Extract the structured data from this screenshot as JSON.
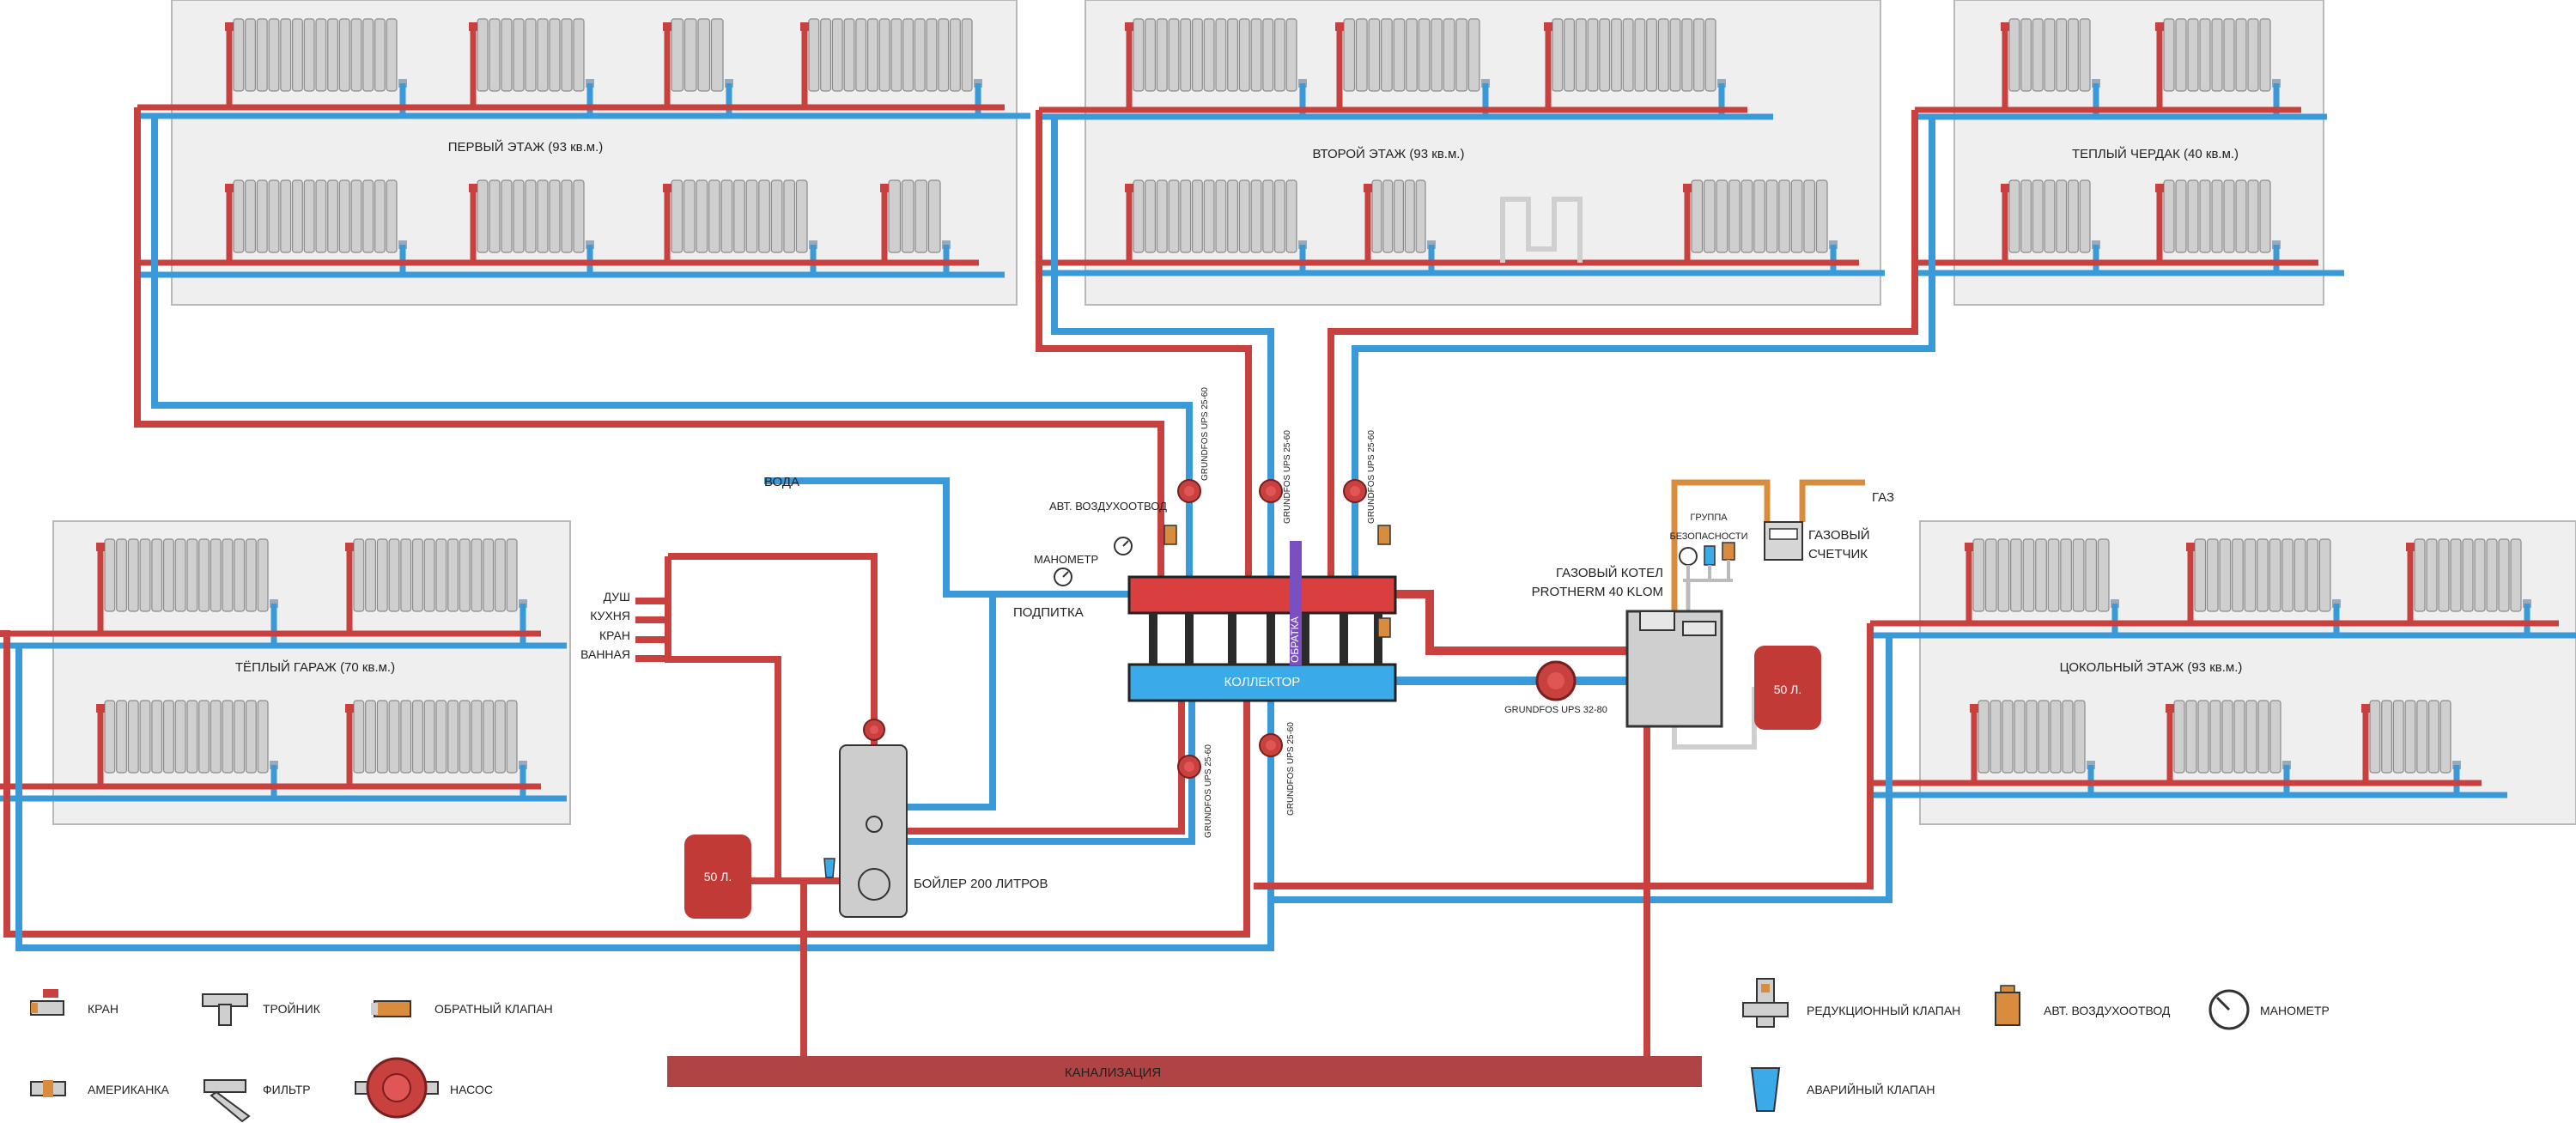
{
  "colors": {
    "supply": "#c8413f",
    "return": "#3a9ad9",
    "gas": "#d98c3e",
    "zone_bg": "#efefef",
    "zone_border": "#b9b9b9",
    "radiator": "#cfcfcf",
    "collector_supply": "#d93f3f",
    "collector_return": "#3aabe8",
    "drain": "#b04343",
    "tank": "#c23a36",
    "boiler_tank": "#cdcdcd",
    "pipe_purple": "#7a4fc0"
  },
  "zones": {
    "floor1": "ПЕРВЫЙ ЭТАЖ (93 кв.м.)",
    "floor2": "ВТОРОЙ ЭТАЖ (93 кв.м.)",
    "attic": "ТЕПЛЫЙ ЧЕРДАК (40 кв.м.)",
    "garage": "ТЁПЛЫЙ ГАРАЖ (70 кв.м.)",
    "basement": "ЦОКОЛЬНЫЙ ЭТАЖ (93 кв.м.)"
  },
  "center": {
    "collector": "КОЛЛЕКТОР",
    "obratka": "ОБРАТКА",
    "air_vent": "АВТ. ВОЗДУХООТВОД",
    "manometer": "МАНОМЕТР",
    "podpitka": "ПОДПИТКА",
    "voda": "ВОДА",
    "pump_small": "GRUNDFOS UPS 25-60",
    "pump_big": "GRUNDFOS UPS 32-80",
    "boiler_line1": "ГАЗОВЫЙ КОТЕЛ",
    "boiler_line2": "PROTHERM 40 KLOM",
    "safety_line1": "ГРУППА",
    "safety_line2": "БЕЗОПАСНОСТИ",
    "gas": "ГАЗ",
    "gas_meter_line1": "ГАЗОВЫЙ",
    "gas_meter_line2": "СЧЕТЧИК",
    "tank": "50 Л.",
    "dhw_tank": "БОЙЛЕР 200 ЛИТРОВ",
    "sewer": "КАНАЛИЗАЦИЯ",
    "outlets": [
      "ДУШ",
      "КУХНЯ",
      "КРАН",
      "ВАННАЯ"
    ]
  },
  "legend": {
    "valve": "КРАН",
    "tee": "ТРОЙНИК",
    "check_valve": "ОБРАТНЫЙ КЛАПАН",
    "union": "АМЕРИКАНКА",
    "filter": "ФИЛЬТР",
    "pump": "НАСОС",
    "reducer": "РЕДУКЦИОННЫЙ КЛАПАН",
    "air_vent": "АВТ. ВОЗДУХООТВОД",
    "manometer": "МАНОМЕТР",
    "emergency": "АВАРИЙНЫЙ КЛАПАН"
  }
}
